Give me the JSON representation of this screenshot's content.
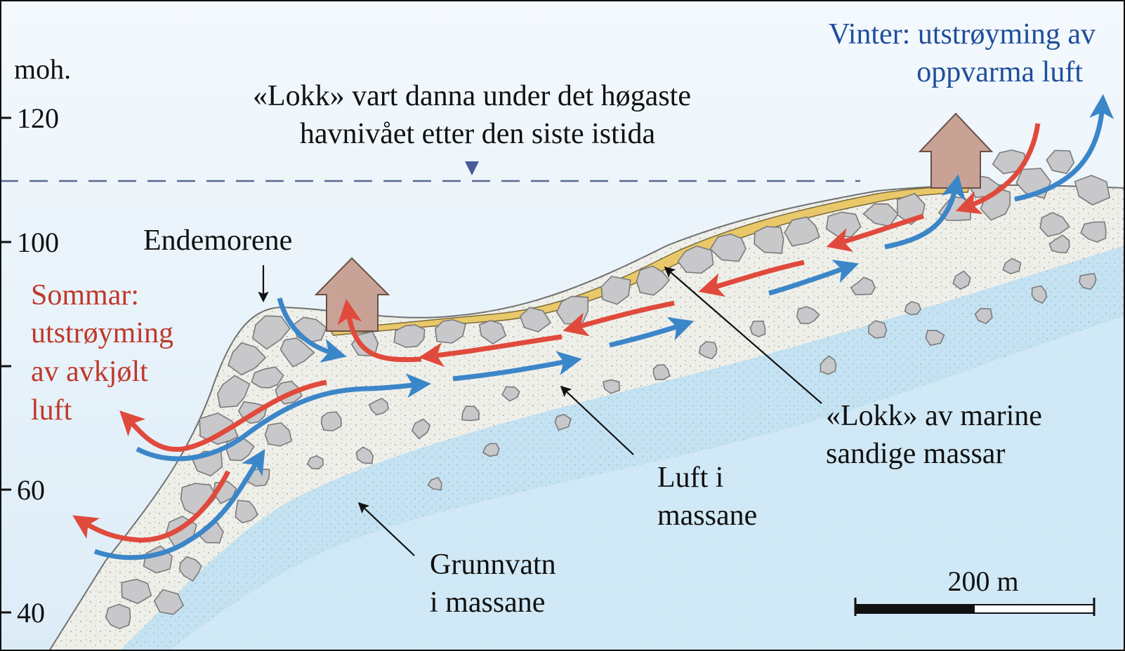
{
  "axis": {
    "unit": "moh.",
    "ticks": [
      "120",
      "100",
      "60",
      "40"
    ]
  },
  "sea_level_note": {
    "line1": "«Lokk» vart danna under det høgaste",
    "line2": "havnivået etter den siste istida"
  },
  "winter": {
    "line1": "Vinter: utstrøyming av",
    "line2": "oppvarma luft",
    "color": "#1f4e9c"
  },
  "summer": {
    "line1": "Sommar:",
    "line2": "utstrøyming",
    "line3": "av avkjølt",
    "line4": "luft",
    "color": "#c0392b"
  },
  "labels": {
    "endemorene": "Endemorene",
    "lokk_line1": "«Lokk» av marine",
    "lokk_line2": "sandige massar",
    "luft_line1": "Luft i",
    "luft_line2": "massane",
    "grunnvatn_line1": "Grunnvatn",
    "grunnvatn_line2": "i massane"
  },
  "scale_bar": {
    "label": "200 m"
  },
  "colors": {
    "sky": "#e6f2fa",
    "sediment": "#efefe9",
    "groundwater": "#bfe0f2",
    "cap": "#e9c86a",
    "rock": "#c8c8ca",
    "house": "#c9a296",
    "cold_arrow": "#e04a3c",
    "warm_arrow": "#3b86c8"
  },
  "icons": [
    "house-icon",
    "rock-icon",
    "air-flow-arrow",
    "water-level-marker"
  ]
}
